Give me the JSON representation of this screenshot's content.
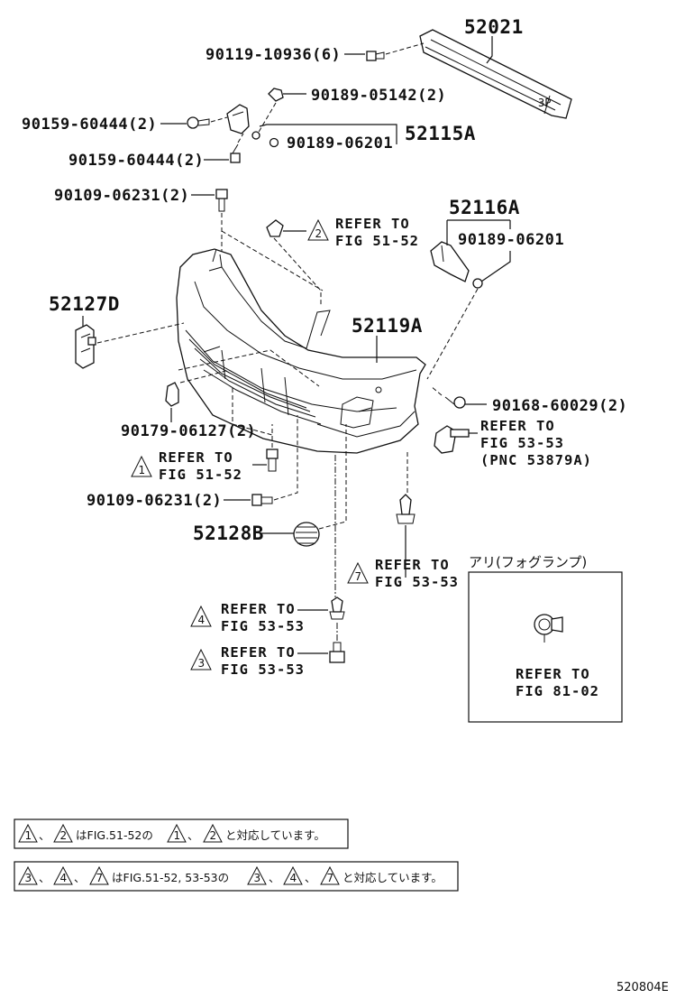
{
  "parts": {
    "p52021": "52021",
    "p90119": "90119-10936(6)",
    "p90189_05142": "90189-05142(2)",
    "p90159_a": "90159-60444(2)",
    "p52115A": "52115A",
    "p90189_06201_a": "90189-06201",
    "p90159_b": "90159-60444(2)",
    "p90109_a": "90109-06231(2)",
    "p52116A": "52116A",
    "p90189_06201_b": "90189-06201",
    "p52127D": "52127D",
    "p52119A": "52119A",
    "p90168": "90168-60029(2)",
    "p90179": "90179-06127(2)",
    "p90109_b": "90109-06231(2)",
    "p52128B": "52128B",
    "pnc": "(PNC 53879A)"
  },
  "refs": {
    "r2": {
      "num": "2",
      "line1": "REFER TO",
      "line2": "FIG 51-52"
    },
    "r_right": {
      "line1": "REFER TO",
      "line2": "FIG 53-53"
    },
    "r1": {
      "num": "1",
      "line1": "REFER TO",
      "line2": "FIG 51-52"
    },
    "r7": {
      "num": "7",
      "line1": "REFER TO",
      "line2": "FIG 53-53"
    },
    "r4": {
      "num": "4",
      "line1": "REFER TO",
      "line2": "FIG 53-53"
    },
    "r3": {
      "num": "3",
      "line1": "REFER TO",
      "line2": "FIG 53-53"
    },
    "fog": {
      "line1": "REFER TO",
      "line2": "FIG 81-02"
    }
  },
  "fog_box_title": "アリ(フォグランプ)",
  "marking": "3P",
  "notes": {
    "n1_t1": "1",
    "n1_t2": "2",
    "n1_mid": "はFIG.51-52の",
    "n1_t3": "1",
    "n1_t4": "2",
    "n1_end": "と対応しています。",
    "n2_t1": "3",
    "n2_t2": "4",
    "n2_t3": "7",
    "n2_mid": "はFIG.51-52, 53-53の",
    "n2_t4": "3",
    "n2_t5": "4",
    "n2_t6": "7",
    "n2_end": "と対応しています。",
    "sep": "、"
  },
  "figure_id": "520804E"
}
